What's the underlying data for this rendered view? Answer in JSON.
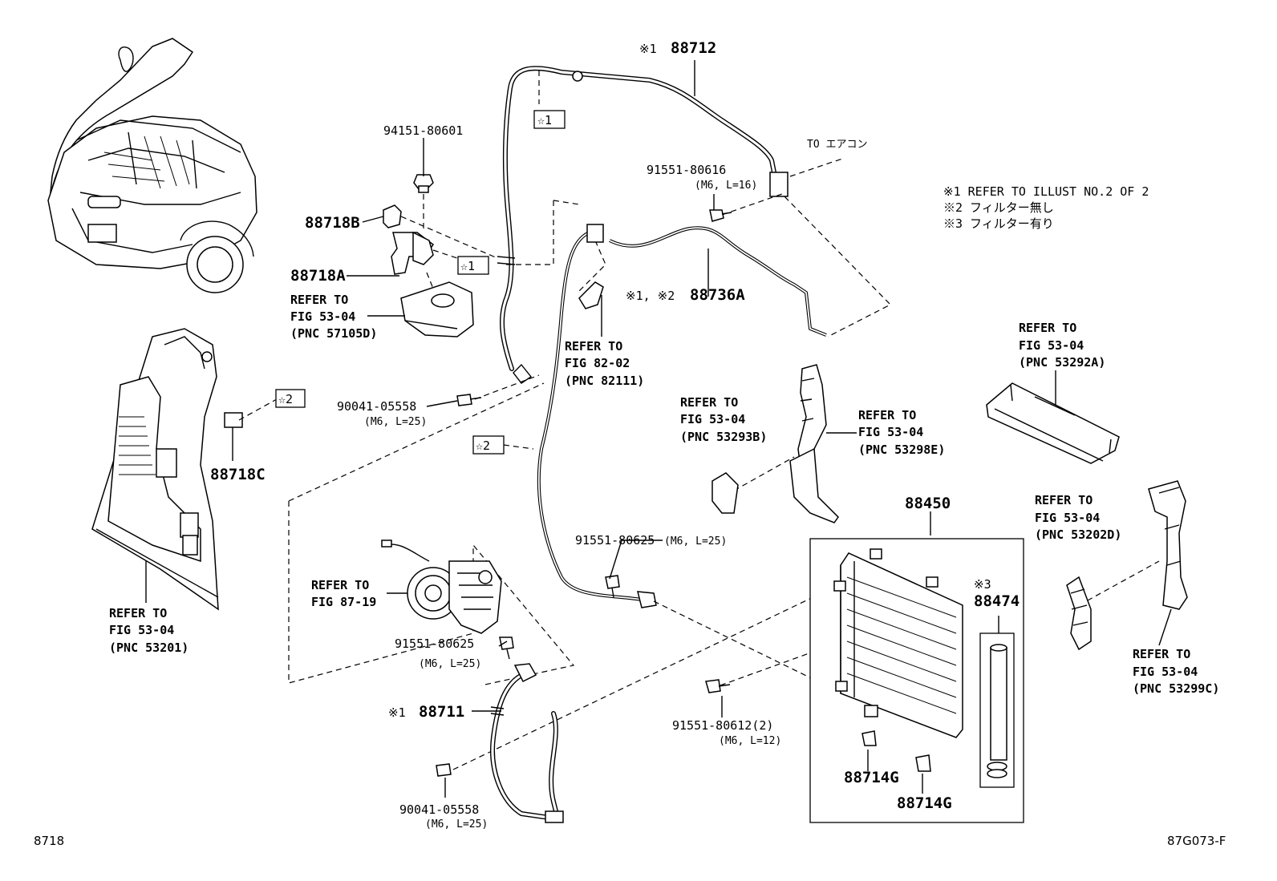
{
  "labels": {
    "p88712": "88712",
    "p88712_prefix": "※1",
    "star1_top": "☆1",
    "p94151": "94151-80601",
    "to_aircon": "TO エアコン",
    "p91551_80616": "91551-80616",
    "p91551_80616_sub": "(M6, L=16)",
    "p88718B": "88718B",
    "p88718A": "88718A",
    "star1_mid": "☆1",
    "p88736A": "88736A",
    "p88736A_prefix": "※1, ※2",
    "ref_57105D": [
      "REFER TO",
      "FIG 53-04",
      "(PNC 57105D)"
    ],
    "ref_82111": [
      "REFER TO",
      "FIG 82-02",
      "(PNC 82111)"
    ],
    "star2_left": "☆2",
    "p88718C": "88718C",
    "p90041_a": "90041-05558",
    "p90041_a_sub": "(M6, L=25)",
    "star2_mid": "☆2",
    "ref_53293B": [
      "REFER TO",
      "FIG 53-04",
      "(PNC 53293B)"
    ],
    "ref_53298E": [
      "REFER TO",
      "FIG 53-04",
      "(PNC 53298E)"
    ],
    "ref_53292A": [
      "REFER TO",
      "FIG 53-04",
      "(PNC 53292A)"
    ],
    "p91551_80625_a": "91551-80625",
    "p91551_80625_a_sub": "(M6, L=25)",
    "p88450": "88450",
    "ref_8719": [
      "REFER TO",
      "FIG 87-19"
    ],
    "ref_53201": [
      "REFER TO",
      "FIG 53-04",
      "(PNC 53201)"
    ],
    "p91551_80625_b": "91551-80625",
    "p91551_80625_b_sub": "(M6, L=25)",
    "ref_53202D": [
      "REFER TO",
      "FIG 53-04",
      "(PNC 53202D)"
    ],
    "p88474_prefix": "※3",
    "p88474": "88474",
    "ref_53299C": [
      "REFER TO",
      "FIG 53-04",
      "(PNC 53299C)"
    ],
    "p88711_prefix": "※1",
    "p88711": "88711",
    "p91551_80612": "91551-80612(2)",
    "p91551_80612_sub": "(M6, L=12)",
    "p88714G_a": "88714G",
    "p88714G_b": "88714G",
    "p90041_b": "90041-05558",
    "p90041_b_sub": "(M6, L=25)"
  },
  "notes": [
    "※1  REFER TO ILLUST NO.2 OF 2",
    "※2  フィルター無し",
    "※3  フィルター有り"
  ],
  "footer": {
    "left_code": "8718",
    "right_code": "87G073-F"
  }
}
